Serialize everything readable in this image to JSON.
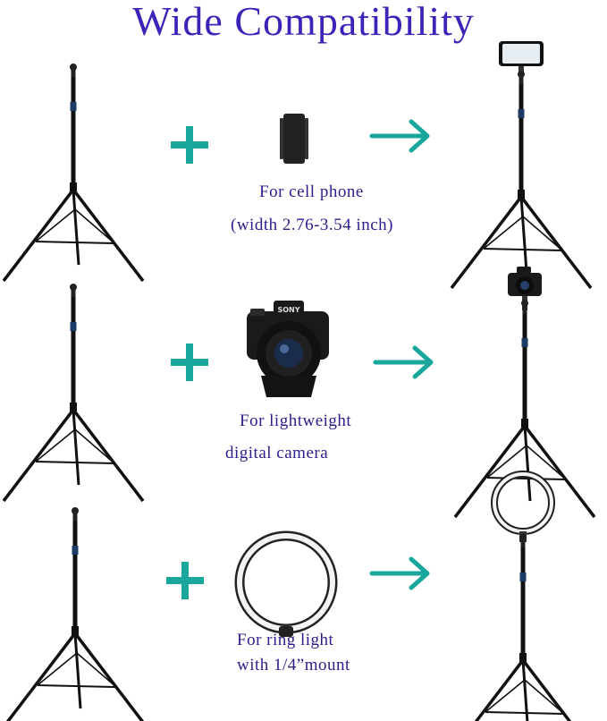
{
  "title": "Wide Compatibility",
  "rows": [
    {
      "caption_line1": "For cell phone",
      "caption_line2": "(width 2.76-3.54 inch)",
      "device_icon": "phone-holder-icon",
      "result_icon": "tripod-with-phone-icon"
    },
    {
      "caption_line1": "For lightweight",
      "caption_line2": "digital camera",
      "camera_brand": "SONY",
      "device_icon": "camera-icon",
      "result_icon": "tripod-with-camera-icon"
    },
    {
      "caption_line1": "For ring light",
      "caption_line2": "with 1/4”mount",
      "device_icon": "ring-light-icon",
      "result_icon": "tripod-with-ring-light-icon"
    }
  ],
  "colors": {
    "title": "#3b24b8",
    "caption": "#2a1f8a",
    "symbols": "#1aa79b",
    "tripod": "#111111"
  },
  "icons": {
    "plus": "plus-icon",
    "arrow": "arrow-right-icon",
    "tripod": "tripod-icon"
  }
}
